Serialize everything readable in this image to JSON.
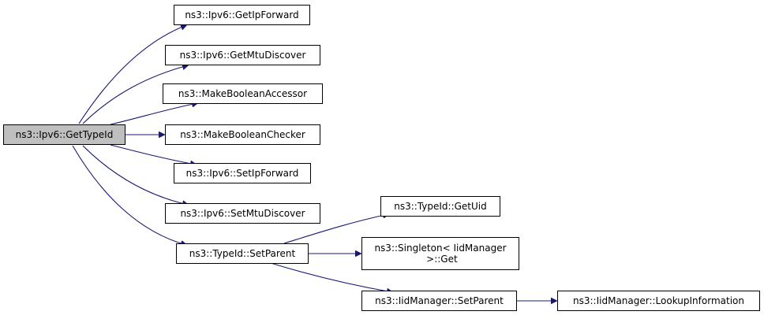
{
  "graph": {
    "colors": {
      "edge": "#191970",
      "node_border": "#000000",
      "node_fill": "#ffffff",
      "root_fill": "#bfbfbf"
    },
    "nodes": [
      {
        "id": "root",
        "label": "ns3::Ipv6::GetTypeId",
        "root": true
      },
      {
        "id": "getipforward",
        "label": "ns3::Ipv6::GetIpForward"
      },
      {
        "id": "getmtudiscover",
        "label": "ns3::Ipv6::GetMtuDiscover"
      },
      {
        "id": "makebooleanaccessor",
        "label": "ns3::MakeBooleanAccessor"
      },
      {
        "id": "makebooleanchecker",
        "label": "ns3::MakeBooleanChecker"
      },
      {
        "id": "setipforward",
        "label": "ns3::Ipv6::SetIpForward"
      },
      {
        "id": "setmtudiscover",
        "label": "ns3::Ipv6::SetMtuDiscover"
      },
      {
        "id": "typeid-setparent",
        "label": "ns3::TypeId::SetParent"
      },
      {
        "id": "typeid-getuid",
        "label": "ns3::TypeId::GetUid"
      },
      {
        "id": "singleton-get",
        "label_line1": "ns3::Singleton< IidManager",
        "label_line2": " >::Get"
      },
      {
        "id": "iidmanager-setparent",
        "label": "ns3::IidManager::SetParent"
      },
      {
        "id": "iidmanager-lookupinformation",
        "label": "ns3::IidManager::LookupInformation"
      }
    ],
    "edges": [
      {
        "from": "root",
        "to": "getipforward"
      },
      {
        "from": "root",
        "to": "getmtudiscover"
      },
      {
        "from": "root",
        "to": "makebooleanaccessor"
      },
      {
        "from": "root",
        "to": "makebooleanchecker"
      },
      {
        "from": "root",
        "to": "setipforward"
      },
      {
        "from": "root",
        "to": "setmtudiscover"
      },
      {
        "from": "root",
        "to": "typeid-setparent"
      },
      {
        "from": "typeid-setparent",
        "to": "typeid-getuid"
      },
      {
        "from": "typeid-setparent",
        "to": "singleton-get"
      },
      {
        "from": "typeid-setparent",
        "to": "iidmanager-setparent"
      },
      {
        "from": "iidmanager-setparent",
        "to": "iidmanager-lookupinformation"
      }
    ]
  }
}
